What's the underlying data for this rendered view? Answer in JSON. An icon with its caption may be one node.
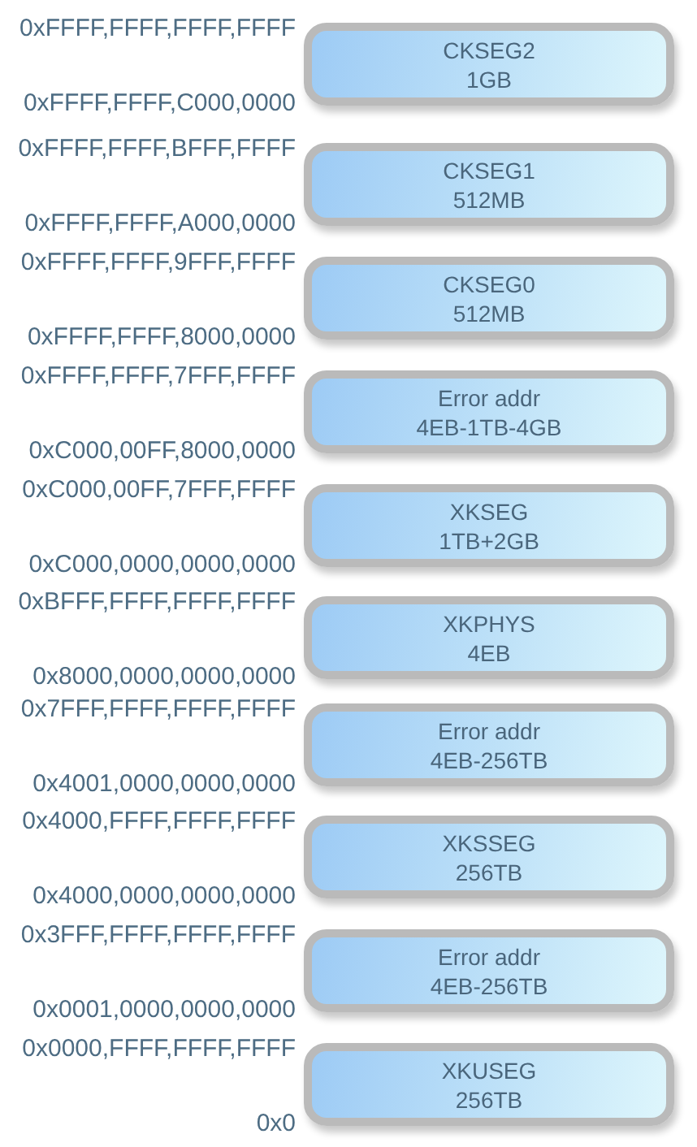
{
  "diagram": {
    "nodes": [
      {
        "text": [
          "CKSEG2",
          "1GB"
        ],
        "beside": [
          "0xFFFF,FFFF,FFFF,FFFF",
          "0xFFFF,FFFF,C000,0000"
        ]
      },
      {
        "text": [
          "CKSEG1",
          "512MB"
        ],
        "beside": [
          "0xFFFF,FFFF,BFFF,FFFF",
          "0xFFFF,FFFF,A000,0000"
        ]
      },
      {
        "text": [
          "CKSEG0",
          "512MB"
        ],
        "beside": [
          "0xFFFF,FFFF,9FFF,FFFF",
          "0xFFFF,FFFF,8000,0000"
        ]
      },
      {
        "text": [
          "Error addr",
          "4EB-1TB-4GB"
        ],
        "beside": [
          "0xFFFF,FFFF,7FFF,FFFF",
          "0xC000,00FF,8000,0000"
        ]
      },
      {
        "text": [
          "XKSEG",
          "1TB+2GB"
        ],
        "beside": [
          "0xC000,00FF,7FFF,FFFF",
          "0xC000,0000,0000,0000"
        ]
      },
      {
        "text": [
          "XKPHYS",
          "4EB"
        ],
        "beside": [
          "0xBFFF,FFFF,FFFF,FFFF",
          "0x8000,0000,0000,0000"
        ]
      },
      {
        "text": [
          "Error addr",
          "4EB-256TB"
        ],
        "beside": [
          "0x7FFF,FFFF,FFFF,FFFF",
          "0x4001,0000,0000,0000"
        ]
      },
      {
        "text": [
          "XKSSEG",
          "256TB"
        ],
        "beside": [
          "0x4000,FFFF,FFFF,FFFF",
          "0x4000,0000,0000,0000"
        ]
      },
      {
        "text": [
          "Error addr",
          "4EB-256TB"
        ],
        "beside": [
          "0x3FFF,FFFF,FFFF,FFFF",
          "0x0001,0000,0000,0000"
        ]
      },
      {
        "text": [
          "XKUSEG",
          "256TB"
        ],
        "beside": [
          "0x0000,FFFF,FFFF,FFFF",
          "0x0"
        ]
      }
    ]
  }
}
